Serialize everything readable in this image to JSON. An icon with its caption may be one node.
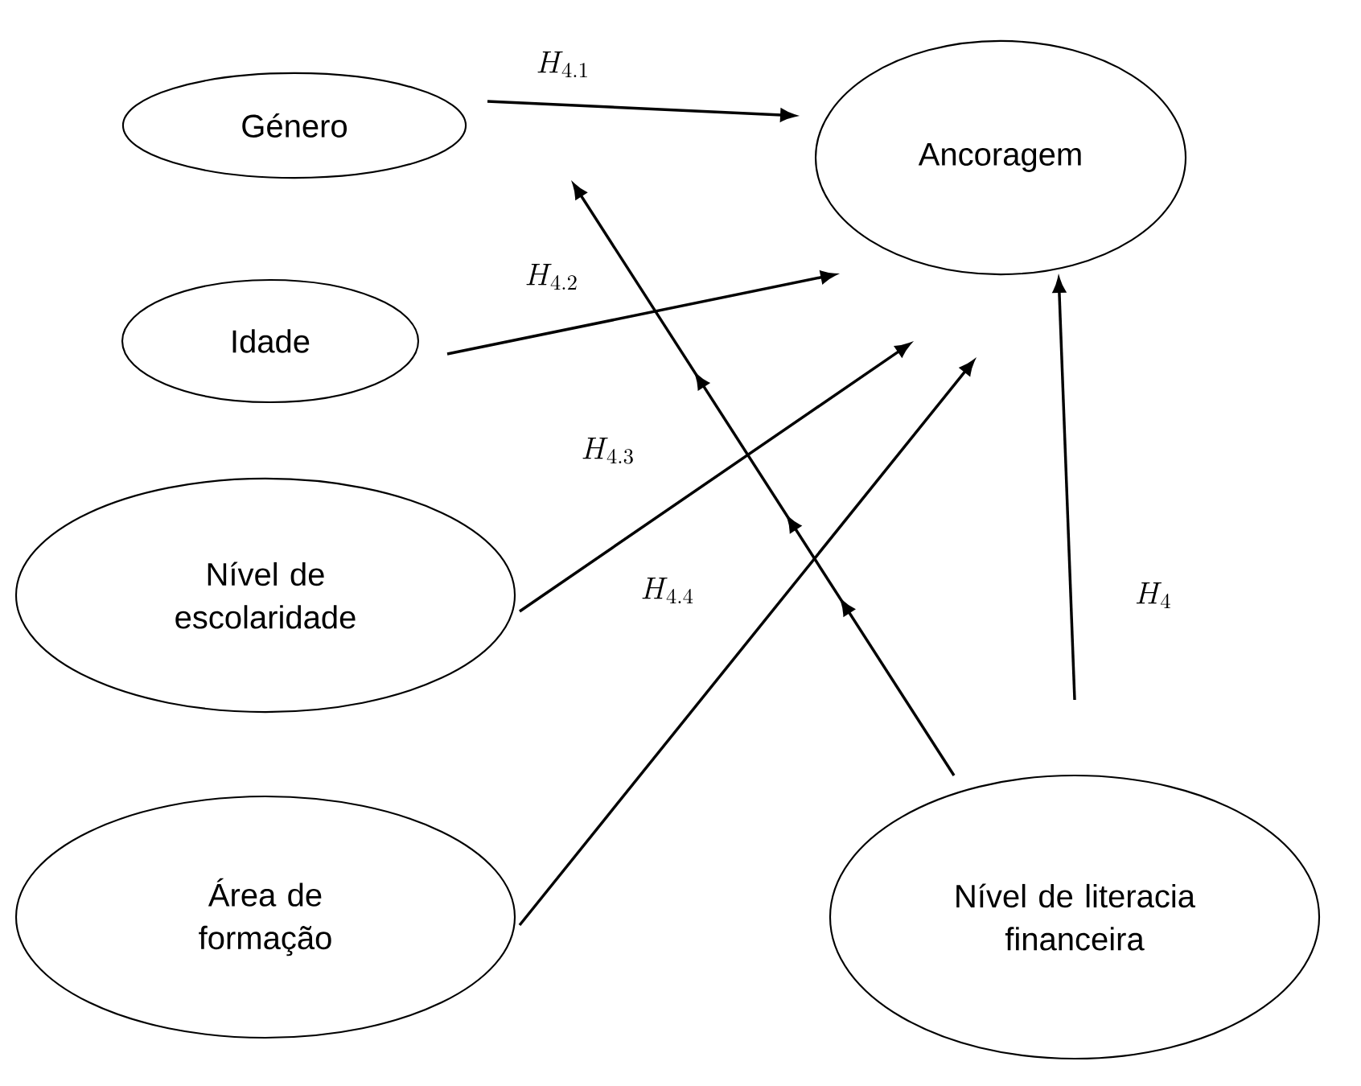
{
  "diagram": {
    "nodes": [
      {
        "text": [
          "Género"
        ]
      },
      {
        "text": [
          "Ancoragem"
        ]
      },
      {
        "text": [
          "Idade"
        ]
      },
      {
        "text": [
          "Nível de escolaridade"
        ]
      },
      {
        "text": [
          "Área de formação"
        ]
      },
      {
        "text": [
          "Nível de literacia financeira"
        ]
      }
    ],
    "edges": [
      {
        "from": 0,
        "to": 1,
        "arrow": "to",
        "label": "H_{4.1}"
      },
      {
        "from": 2,
        "to": 1,
        "arrow": "to",
        "label": "H_{4.2}"
      },
      {
        "from": 3,
        "to": 1,
        "arrow": "to",
        "label": "H_{4.3}"
      },
      {
        "from": 4,
        "to": 1,
        "arrow": "to",
        "label": "H_{4.4}"
      },
      {
        "from": 5,
        "to": 1,
        "arrow": "to",
        "label": "H_4"
      },
      {
        "from": 5,
        "to": null,
        "arrow": "to"
      }
    ]
  }
}
